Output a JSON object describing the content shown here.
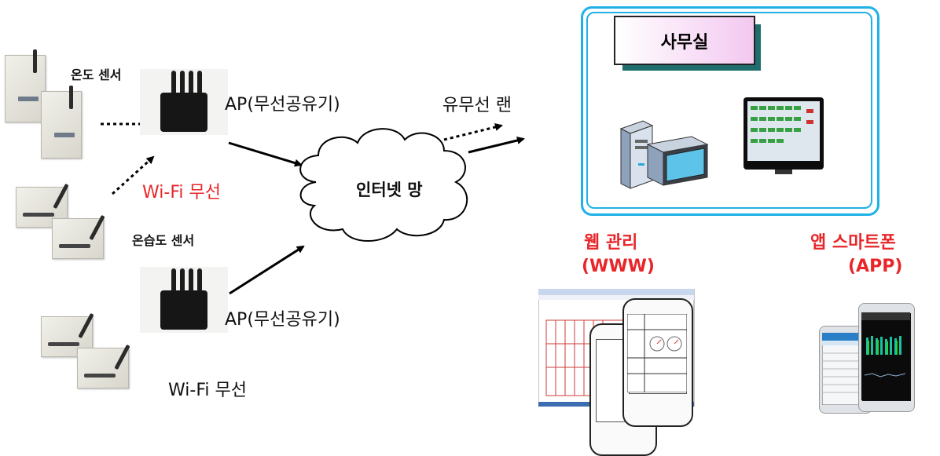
{
  "labels": {
    "temp_sensor": "온도 센서",
    "humid_sensor": "온습도 센서",
    "ap_top": "AP(무선공유기)",
    "ap_bottom": "AP(무선공유기)",
    "wifi_red": "Wi-Fi 무선",
    "wifi_black": "Wi-Fi 무선",
    "wired_lan": "유무선 랜",
    "internet": "인터넷 망",
    "office": "사무실",
    "web_line1": "웹 관리",
    "web_line2": "(WWW)",
    "app_line1": "앱 스마트폰",
    "app_line2": "(APP)"
  },
  "colors": {
    "accent_red": "#e8262a",
    "office_border": "#1fb1e6",
    "sign_gradient_end": "#f3c8f0",
    "sign_shadow": "#1f6d6d"
  },
  "icons": [
    "temperature-sensor-icon",
    "humidity-sensor-icon",
    "wireless-router-icon",
    "cloud-icon",
    "desktop-computer-icon",
    "monitor-icon",
    "web-browser-icon",
    "smartphone-icon"
  ]
}
